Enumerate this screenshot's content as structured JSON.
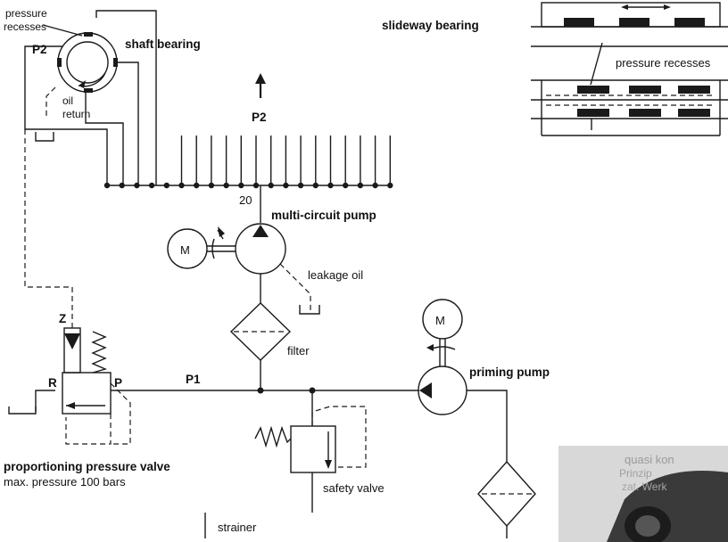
{
  "labels": {
    "pressure_recesses_top": [
      "pressure",
      "recesses"
    ],
    "p2_left": "P2",
    "shaft_bearing": "shaft bearing",
    "oil_return": [
      "oil",
      "return"
    ],
    "p2_center": "P2",
    "slideway_bearing": "slideway bearing",
    "pressure_recesses_right": "pressure recesses",
    "count": "20",
    "multi_circuit_pump": "multi-circuit pump",
    "motor_1": "M",
    "motor_2": "M",
    "leakage_oil": "leakage oil",
    "filter": "filter",
    "port_z": "Z",
    "port_r": "R",
    "port_p": "P",
    "p1": "P1",
    "priming_pump": "priming pump",
    "proportioning_valve": "proportioning pressure valve",
    "max_pressure": "max. pressure 100 bars",
    "safety_valve": "safety valve",
    "strainer": "strainer"
  },
  "photo_text": {
    "line1": "quasi kon",
    "line2": "Prinzip",
    "line3": "zat. Werk"
  }
}
